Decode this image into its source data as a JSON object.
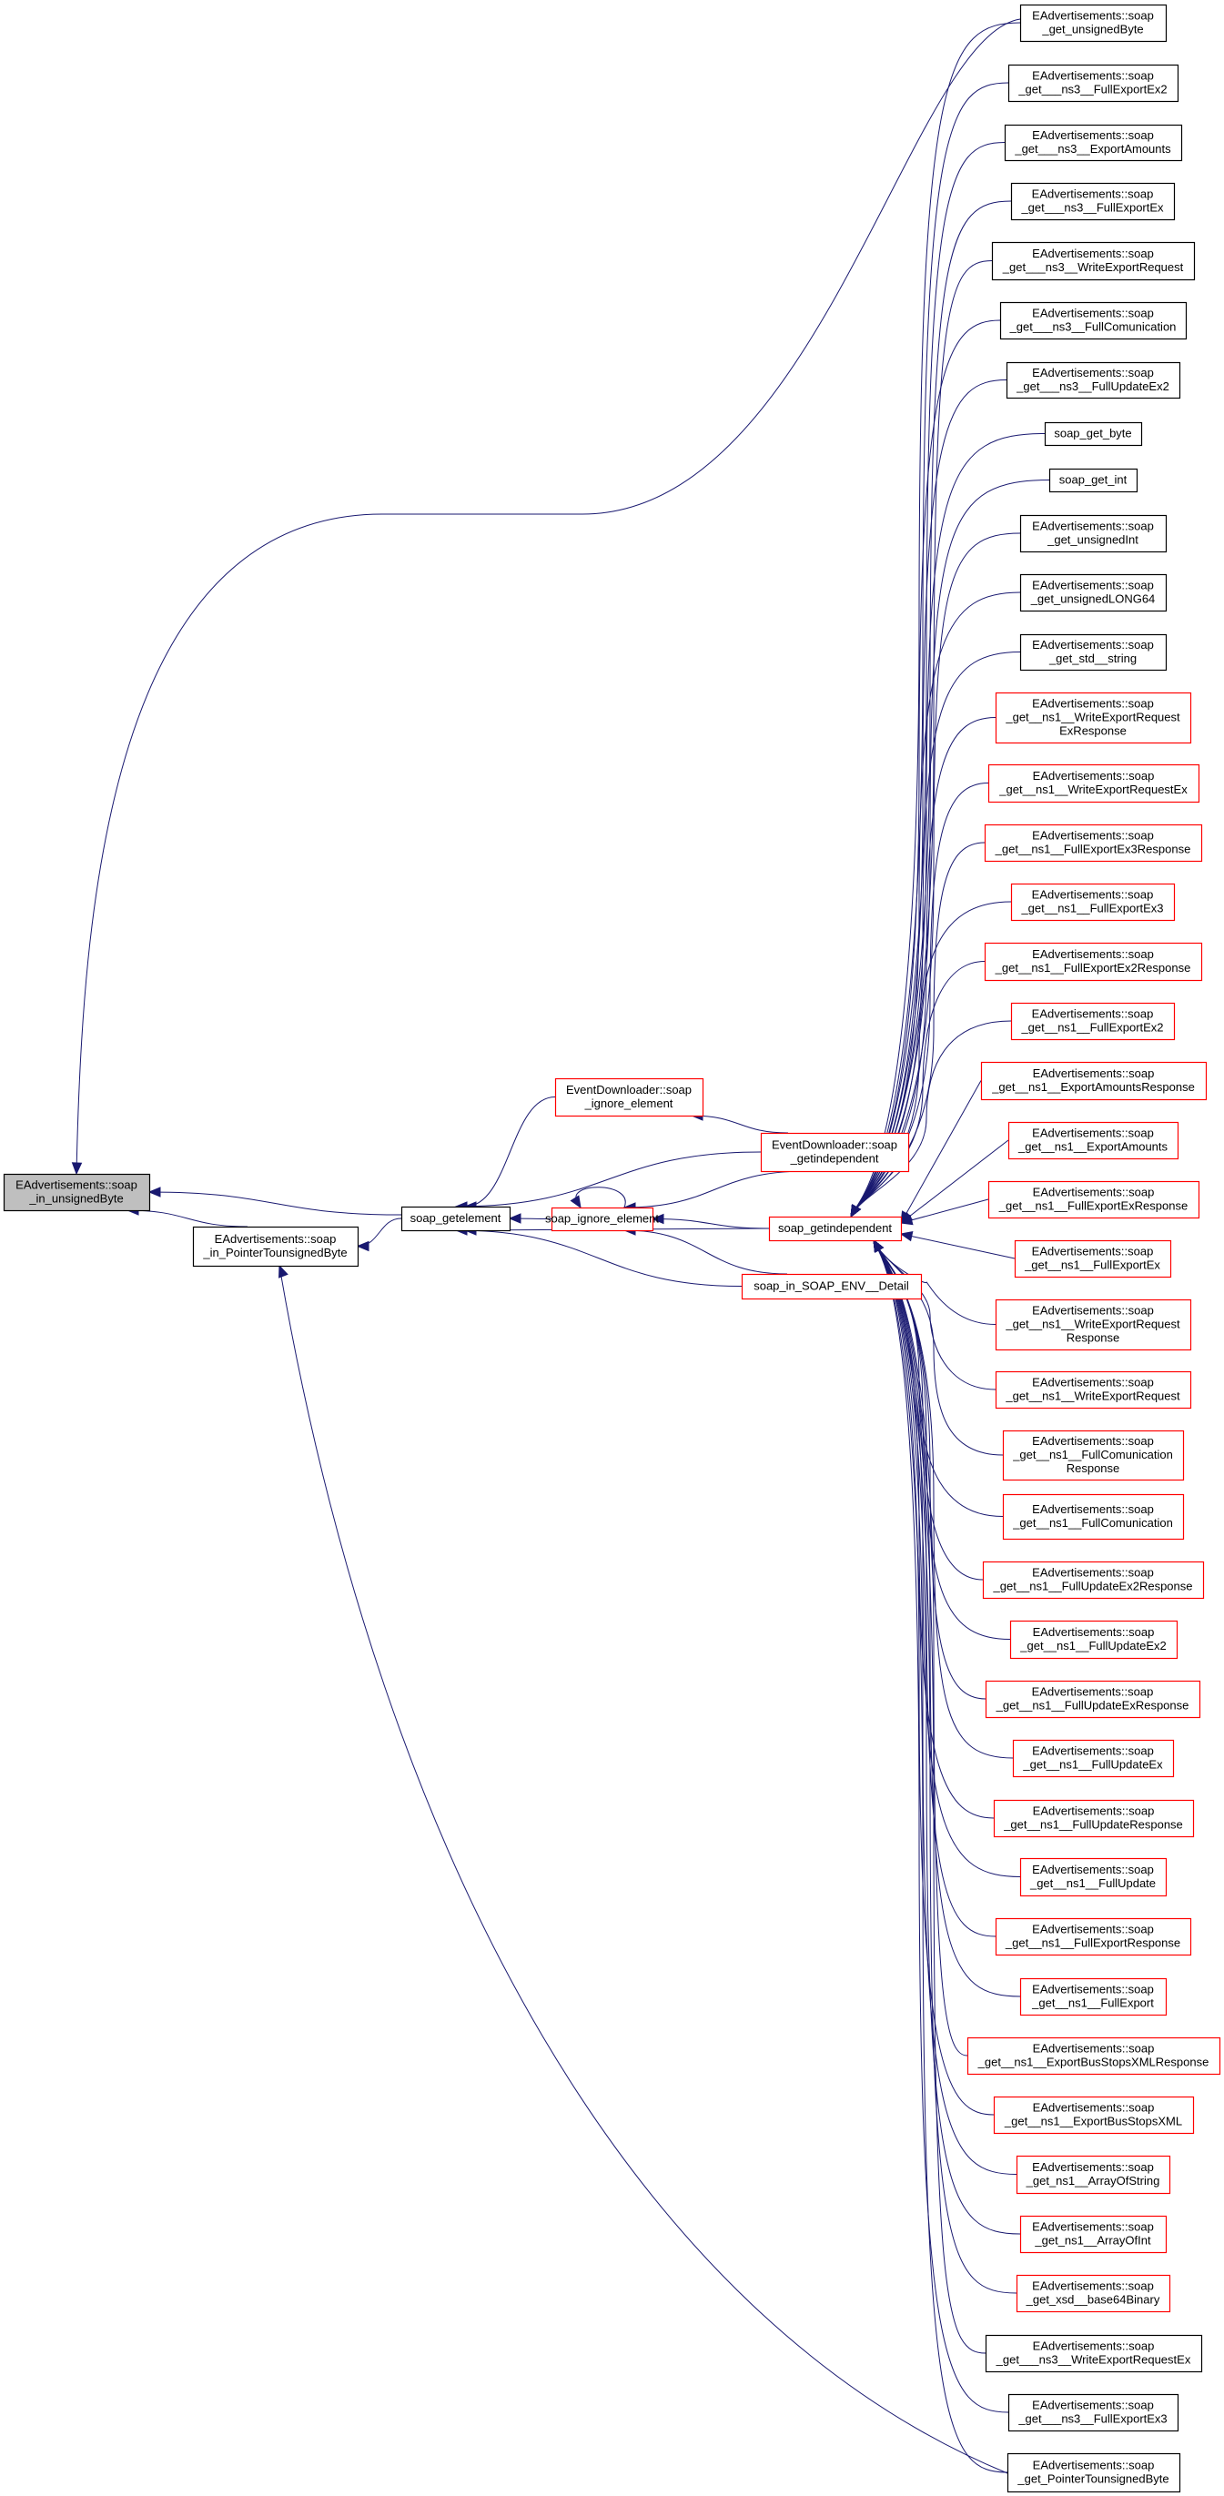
{
  "title": "Caller graph: EAdvertisements::soap_in_unsignedByte",
  "colors": {
    "edge": "#191970",
    "highlight_fill": "#bfbfbf",
    "normal_border": "#000000",
    "truncated_border": "#ff0000",
    "node_fill": "#ffffff"
  },
  "nodes": [
    {
      "id": "root",
      "lines": [
        "EAdvertisements::soap",
        "_in_unsignedByte"
      ],
      "kind": "highlight"
    },
    {
      "id": "in_ptr",
      "lines": [
        "EAdvertisements::soap",
        "_in_PointerTounsignedByte"
      ],
      "kind": "normal"
    },
    {
      "id": "getelement",
      "lines": [
        "soap_getelement"
      ],
      "kind": "normal"
    },
    {
      "id": "ed_ignore",
      "lines": [
        "EventDownloader::soap",
        "_ignore_element"
      ],
      "kind": "truncated"
    },
    {
      "id": "ed_getindep",
      "lines": [
        "EventDownloader::soap",
        "_getindependent"
      ],
      "kind": "truncated"
    },
    {
      "id": "ignore",
      "lines": [
        "soap_ignore_element"
      ],
      "kind": "truncated"
    },
    {
      "id": "getindep",
      "lines": [
        "soap_getindependent"
      ],
      "kind": "truncated"
    },
    {
      "id": "env_detail",
      "lines": [
        "soap_in_SOAP_ENV__Detail"
      ],
      "kind": "truncated"
    },
    {
      "id": "r1",
      "lines": [
        "EAdvertisements::soap",
        "_get_unsignedByte"
      ],
      "kind": "normal"
    },
    {
      "id": "r2",
      "lines": [
        "EAdvertisements::soap",
        "_get___ns3__FullExportEx2"
      ],
      "kind": "normal"
    },
    {
      "id": "r3",
      "lines": [
        "EAdvertisements::soap",
        "_get___ns3__ExportAmounts"
      ],
      "kind": "normal"
    },
    {
      "id": "r4",
      "lines": [
        "EAdvertisements::soap",
        "_get___ns3__FullExportEx"
      ],
      "kind": "normal"
    },
    {
      "id": "r5",
      "lines": [
        "EAdvertisements::soap",
        "_get___ns3__WriteExportRequest"
      ],
      "kind": "normal"
    },
    {
      "id": "r6",
      "lines": [
        "EAdvertisements::soap",
        "_get___ns3__FullComunication"
      ],
      "kind": "normal"
    },
    {
      "id": "r7",
      "lines": [
        "EAdvertisements::soap",
        "_get___ns3__FullUpdateEx2"
      ],
      "kind": "normal"
    },
    {
      "id": "r8",
      "lines": [
        "soap_get_byte"
      ],
      "kind": "normal"
    },
    {
      "id": "r9",
      "lines": [
        "soap_get_int"
      ],
      "kind": "normal"
    },
    {
      "id": "r10",
      "lines": [
        "EAdvertisements::soap",
        "_get_unsignedInt"
      ],
      "kind": "normal"
    },
    {
      "id": "r11",
      "lines": [
        "EAdvertisements::soap",
        "_get_unsignedLONG64"
      ],
      "kind": "normal"
    },
    {
      "id": "r12",
      "lines": [
        "EAdvertisements::soap",
        "_get_std__string"
      ],
      "kind": "normal"
    },
    {
      "id": "r13",
      "lines": [
        "EAdvertisements::soap",
        "_get__ns1__WriteExportRequest",
        "ExResponse"
      ],
      "kind": "truncated"
    },
    {
      "id": "r14",
      "lines": [
        "EAdvertisements::soap",
        "_get__ns1__WriteExportRequestEx"
      ],
      "kind": "truncated"
    },
    {
      "id": "r15",
      "lines": [
        "EAdvertisements::soap",
        "_get__ns1__FullExportEx3Response"
      ],
      "kind": "truncated"
    },
    {
      "id": "r16",
      "lines": [
        "EAdvertisements::soap",
        "_get__ns1__FullExportEx3"
      ],
      "kind": "truncated"
    },
    {
      "id": "r17",
      "lines": [
        "EAdvertisements::soap",
        "_get__ns1__FullExportEx2Response"
      ],
      "kind": "truncated"
    },
    {
      "id": "r18",
      "lines": [
        "EAdvertisements::soap",
        "_get__ns1__FullExportEx2"
      ],
      "kind": "truncated"
    },
    {
      "id": "r19",
      "lines": [
        "EAdvertisements::soap",
        "_get__ns1__ExportAmountsResponse"
      ],
      "kind": "truncated"
    },
    {
      "id": "r20",
      "lines": [
        "EAdvertisements::soap",
        "_get__ns1__ExportAmounts"
      ],
      "kind": "truncated"
    },
    {
      "id": "r21",
      "lines": [
        "EAdvertisements::soap",
        "_get__ns1__FullExportExResponse"
      ],
      "kind": "truncated"
    },
    {
      "id": "r22",
      "lines": [
        "EAdvertisements::soap",
        "_get__ns1__FullExportEx"
      ],
      "kind": "truncated"
    },
    {
      "id": "r23",
      "lines": [
        "EAdvertisements::soap",
        "_get__ns1__WriteExportRequest",
        "Response"
      ],
      "kind": "truncated"
    },
    {
      "id": "r24",
      "lines": [
        "EAdvertisements::soap",
        "_get__ns1__WriteExportRequest"
      ],
      "kind": "truncated"
    },
    {
      "id": "r25",
      "lines": [
        "EAdvertisements::soap",
        "_get__ns1__FullComunication",
        "Response"
      ],
      "kind": "truncated"
    },
    {
      "id": "r26",
      "lines": [
        "EAdvertisements::soap",
        "_get__ns1__FullComunication"
      ],
      "kind": "truncated"
    },
    {
      "id": "r27",
      "lines": [
        "EAdvertisements::soap",
        "_get__ns1__FullUpdateEx2Response"
      ],
      "kind": "truncated"
    },
    {
      "id": "r28",
      "lines": [
        "EAdvertisements::soap",
        "_get__ns1__FullUpdateEx2"
      ],
      "kind": "truncated"
    },
    {
      "id": "r29",
      "lines": [
        "EAdvertisements::soap",
        "_get__ns1__FullUpdateExResponse"
      ],
      "kind": "truncated"
    },
    {
      "id": "r30",
      "lines": [
        "EAdvertisements::soap",
        "_get__ns1__FullUpdateEx"
      ],
      "kind": "truncated"
    },
    {
      "id": "r31",
      "lines": [
        "EAdvertisements::soap",
        "_get__ns1__FullUpdateResponse"
      ],
      "kind": "truncated"
    },
    {
      "id": "r32",
      "lines": [
        "EAdvertisements::soap",
        "_get__ns1__FullUpdate"
      ],
      "kind": "truncated"
    },
    {
      "id": "r33",
      "lines": [
        "EAdvertisements::soap",
        "_get__ns1__FullExportResponse"
      ],
      "kind": "truncated"
    },
    {
      "id": "r34",
      "lines": [
        "EAdvertisements::soap",
        "_get__ns1__FullExport"
      ],
      "kind": "truncated"
    },
    {
      "id": "r35",
      "lines": [
        "EAdvertisements::soap",
        "_get__ns1__ExportBusStopsXMLResponse"
      ],
      "kind": "truncated"
    },
    {
      "id": "r36",
      "lines": [
        "EAdvertisements::soap",
        "_get__ns1__ExportBusStopsXML"
      ],
      "kind": "truncated"
    },
    {
      "id": "r37",
      "lines": [
        "EAdvertisements::soap",
        "_get_ns1__ArrayOfString"
      ],
      "kind": "truncated"
    },
    {
      "id": "r38",
      "lines": [
        "EAdvertisements::soap",
        "_get_ns1__ArrayOfInt"
      ],
      "kind": "truncated"
    },
    {
      "id": "r39",
      "lines": [
        "EAdvertisements::soap",
        "_get_xsd__base64Binary"
      ],
      "kind": "truncated"
    },
    {
      "id": "r40",
      "lines": [
        "EAdvertisements::soap",
        "_get___ns3__WriteExportRequestEx"
      ],
      "kind": "normal"
    },
    {
      "id": "r41",
      "lines": [
        "EAdvertisements::soap",
        "_get___ns3__FullExportEx3"
      ],
      "kind": "normal"
    },
    {
      "id": "r42",
      "lines": [
        "EAdvertisements::soap",
        "_get_PointerTounsignedByte"
      ],
      "kind": "normal"
    }
  ],
  "edges": [
    {
      "from": "r1",
      "to": "root"
    },
    {
      "from": "getelement",
      "to": "root"
    },
    {
      "from": "in_ptr",
      "to": "root"
    },
    {
      "from": "getelement",
      "to": "in_ptr"
    },
    {
      "from": "r42",
      "to": "in_ptr"
    },
    {
      "from": "ed_ignore",
      "to": "getelement"
    },
    {
      "from": "ed_getindep",
      "to": "getelement"
    },
    {
      "from": "ignore",
      "to": "getelement"
    },
    {
      "from": "getindep",
      "to": "getelement"
    },
    {
      "from": "env_detail",
      "to": "getelement"
    },
    {
      "from": "ed_getindep",
      "to": "ed_ignore"
    },
    {
      "from": "ignore",
      "to": "ignore"
    },
    {
      "from": "ed_getindep",
      "to": "ignore"
    },
    {
      "from": "getindep",
      "to": "ignore"
    },
    {
      "from": "env_detail",
      "to": "ignore"
    },
    {
      "from": "r1",
      "to": "getindep"
    },
    {
      "from": "r2",
      "to": "getindep"
    },
    {
      "from": "r3",
      "to": "getindep"
    },
    {
      "from": "r4",
      "to": "getindep"
    },
    {
      "from": "r5",
      "to": "getindep"
    },
    {
      "from": "r6",
      "to": "getindep"
    },
    {
      "from": "r7",
      "to": "getindep"
    },
    {
      "from": "r8",
      "to": "getindep"
    },
    {
      "from": "r9",
      "to": "getindep"
    },
    {
      "from": "r10",
      "to": "getindep"
    },
    {
      "from": "r11",
      "to": "getindep"
    },
    {
      "from": "r12",
      "to": "getindep"
    },
    {
      "from": "r13",
      "to": "getindep"
    },
    {
      "from": "r14",
      "to": "getindep"
    },
    {
      "from": "r15",
      "to": "getindep"
    },
    {
      "from": "r16",
      "to": "getindep"
    },
    {
      "from": "r17",
      "to": "getindep"
    },
    {
      "from": "r18",
      "to": "getindep"
    },
    {
      "from": "r19",
      "to": "getindep"
    },
    {
      "from": "r20",
      "to": "getindep"
    },
    {
      "from": "r21",
      "to": "getindep"
    },
    {
      "from": "r22",
      "to": "getindep"
    },
    {
      "from": "r23",
      "to": "getindep"
    },
    {
      "from": "r24",
      "to": "getindep"
    },
    {
      "from": "r25",
      "to": "getindep"
    },
    {
      "from": "r26",
      "to": "getindep"
    },
    {
      "from": "r27",
      "to": "getindep"
    },
    {
      "from": "r28",
      "to": "getindep"
    },
    {
      "from": "r29",
      "to": "getindep"
    },
    {
      "from": "r30",
      "to": "getindep"
    },
    {
      "from": "r31",
      "to": "getindep"
    },
    {
      "from": "r32",
      "to": "getindep"
    },
    {
      "from": "r33",
      "to": "getindep"
    },
    {
      "from": "r34",
      "to": "getindep"
    },
    {
      "from": "r35",
      "to": "getindep"
    },
    {
      "from": "r36",
      "to": "getindep"
    },
    {
      "from": "r37",
      "to": "getindep"
    },
    {
      "from": "r38",
      "to": "getindep"
    },
    {
      "from": "r39",
      "to": "getindep"
    },
    {
      "from": "r40",
      "to": "getindep"
    },
    {
      "from": "r41",
      "to": "getindep"
    },
    {
      "from": "r42",
      "to": "getindep"
    }
  ]
}
